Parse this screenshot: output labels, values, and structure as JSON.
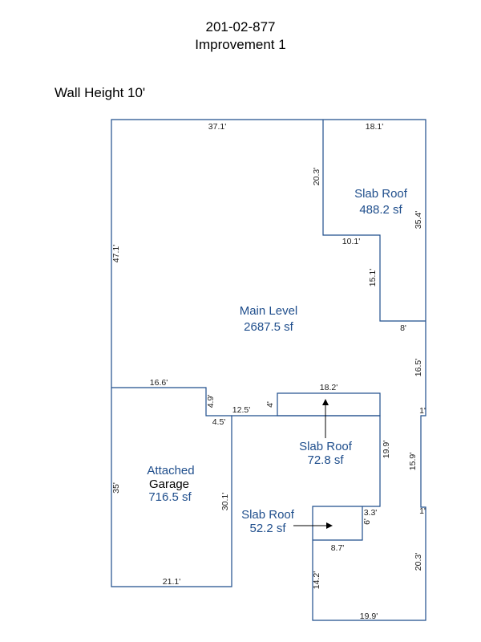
{
  "header": {
    "parcel": "201-02-877",
    "improvement": "Improvement 1"
  },
  "wall_height": "Wall Height 10'",
  "areas": {
    "main": {
      "name": "Main Level",
      "size": "2687.5 sf"
    },
    "slab1": {
      "name": "Slab Roof",
      "size": "488.2 sf"
    },
    "slab2": {
      "name": "Slab Roof",
      "size": "72.8 sf"
    },
    "slab3": {
      "name": "Slab Roof",
      "size": "52.2 sf"
    },
    "garage": {
      "name_line1": "Attached",
      "name_line2": "Garage",
      "size": "716.5 sf"
    }
  },
  "dimensions": {
    "main_top": "37.1'",
    "slab1_top": "18.1'",
    "slab1_left": "20.3'",
    "slab1_right": "35.4'",
    "slab1_step": "10.1'",
    "slab1_step_vert": "15.1'",
    "step_8": "8'",
    "main_left": "47.1'",
    "right_16_5": "16.5'",
    "garage_top": "16.6'",
    "jog_4_9": "4.9'",
    "jog_12_5": "12.5'",
    "jog_4_5": "4.5'",
    "slab2_left": "4'",
    "slab2_top": "18.2'",
    "right_1_a": "1'",
    "right_15_9": "15.9'",
    "right_1_b": "1'",
    "center_19_9": "19.9'",
    "garage_left": "35'",
    "garage_right": "30.1'",
    "slab3_right": "3.3'",
    "slab3_6": "6'",
    "slab3_bottom": "8.7'",
    "bottom_left": "14.2'",
    "right_20_3": "20.3'",
    "garage_bottom": "21.1'",
    "bottom_19_9": "19.9'"
  }
}
